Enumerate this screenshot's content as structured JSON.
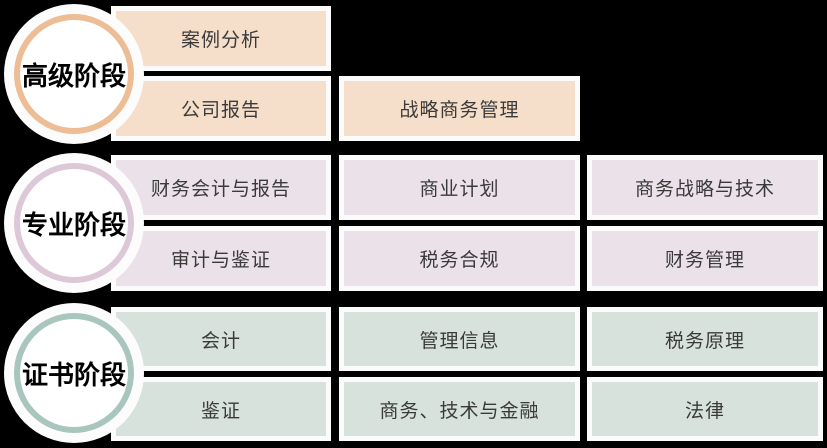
{
  "diagram": {
    "title": "ACA qualification stage diagram",
    "background_color": "#000000",
    "border_color": "#fbfbfb",
    "stages": [
      {
        "name": "高级阶段",
        "ring_color": "#edbe96",
        "fill_color": "#f6dfca",
        "courses": {
          "col1_top": "案例分析",
          "col1_bottom": "公司报告",
          "col2_bottom": "战略商务管理"
        }
      },
      {
        "name": "专业阶段",
        "ring_color": "#dcc8d6",
        "fill_color": "#eae2e8",
        "courses": {
          "col1_top": "财务会计与报告",
          "col1_bottom": "审计与鉴证",
          "col2_top": "商业计划",
          "col2_bottom": "税务合规",
          "col3_top": "商务战略与技术",
          "col3_bottom": "财务管理"
        }
      },
      {
        "name": "证书阶段",
        "ring_color": "#a9c6be",
        "fill_color": "#d7e2dd",
        "courses": {
          "col1_top": "会计",
          "col1_bottom": "鉴证",
          "col2_top": "管理信息",
          "col2_bottom": "商务、技术与金融",
          "col3_top": "税务原理",
          "col3_bottom": "法律"
        }
      }
    ]
  }
}
